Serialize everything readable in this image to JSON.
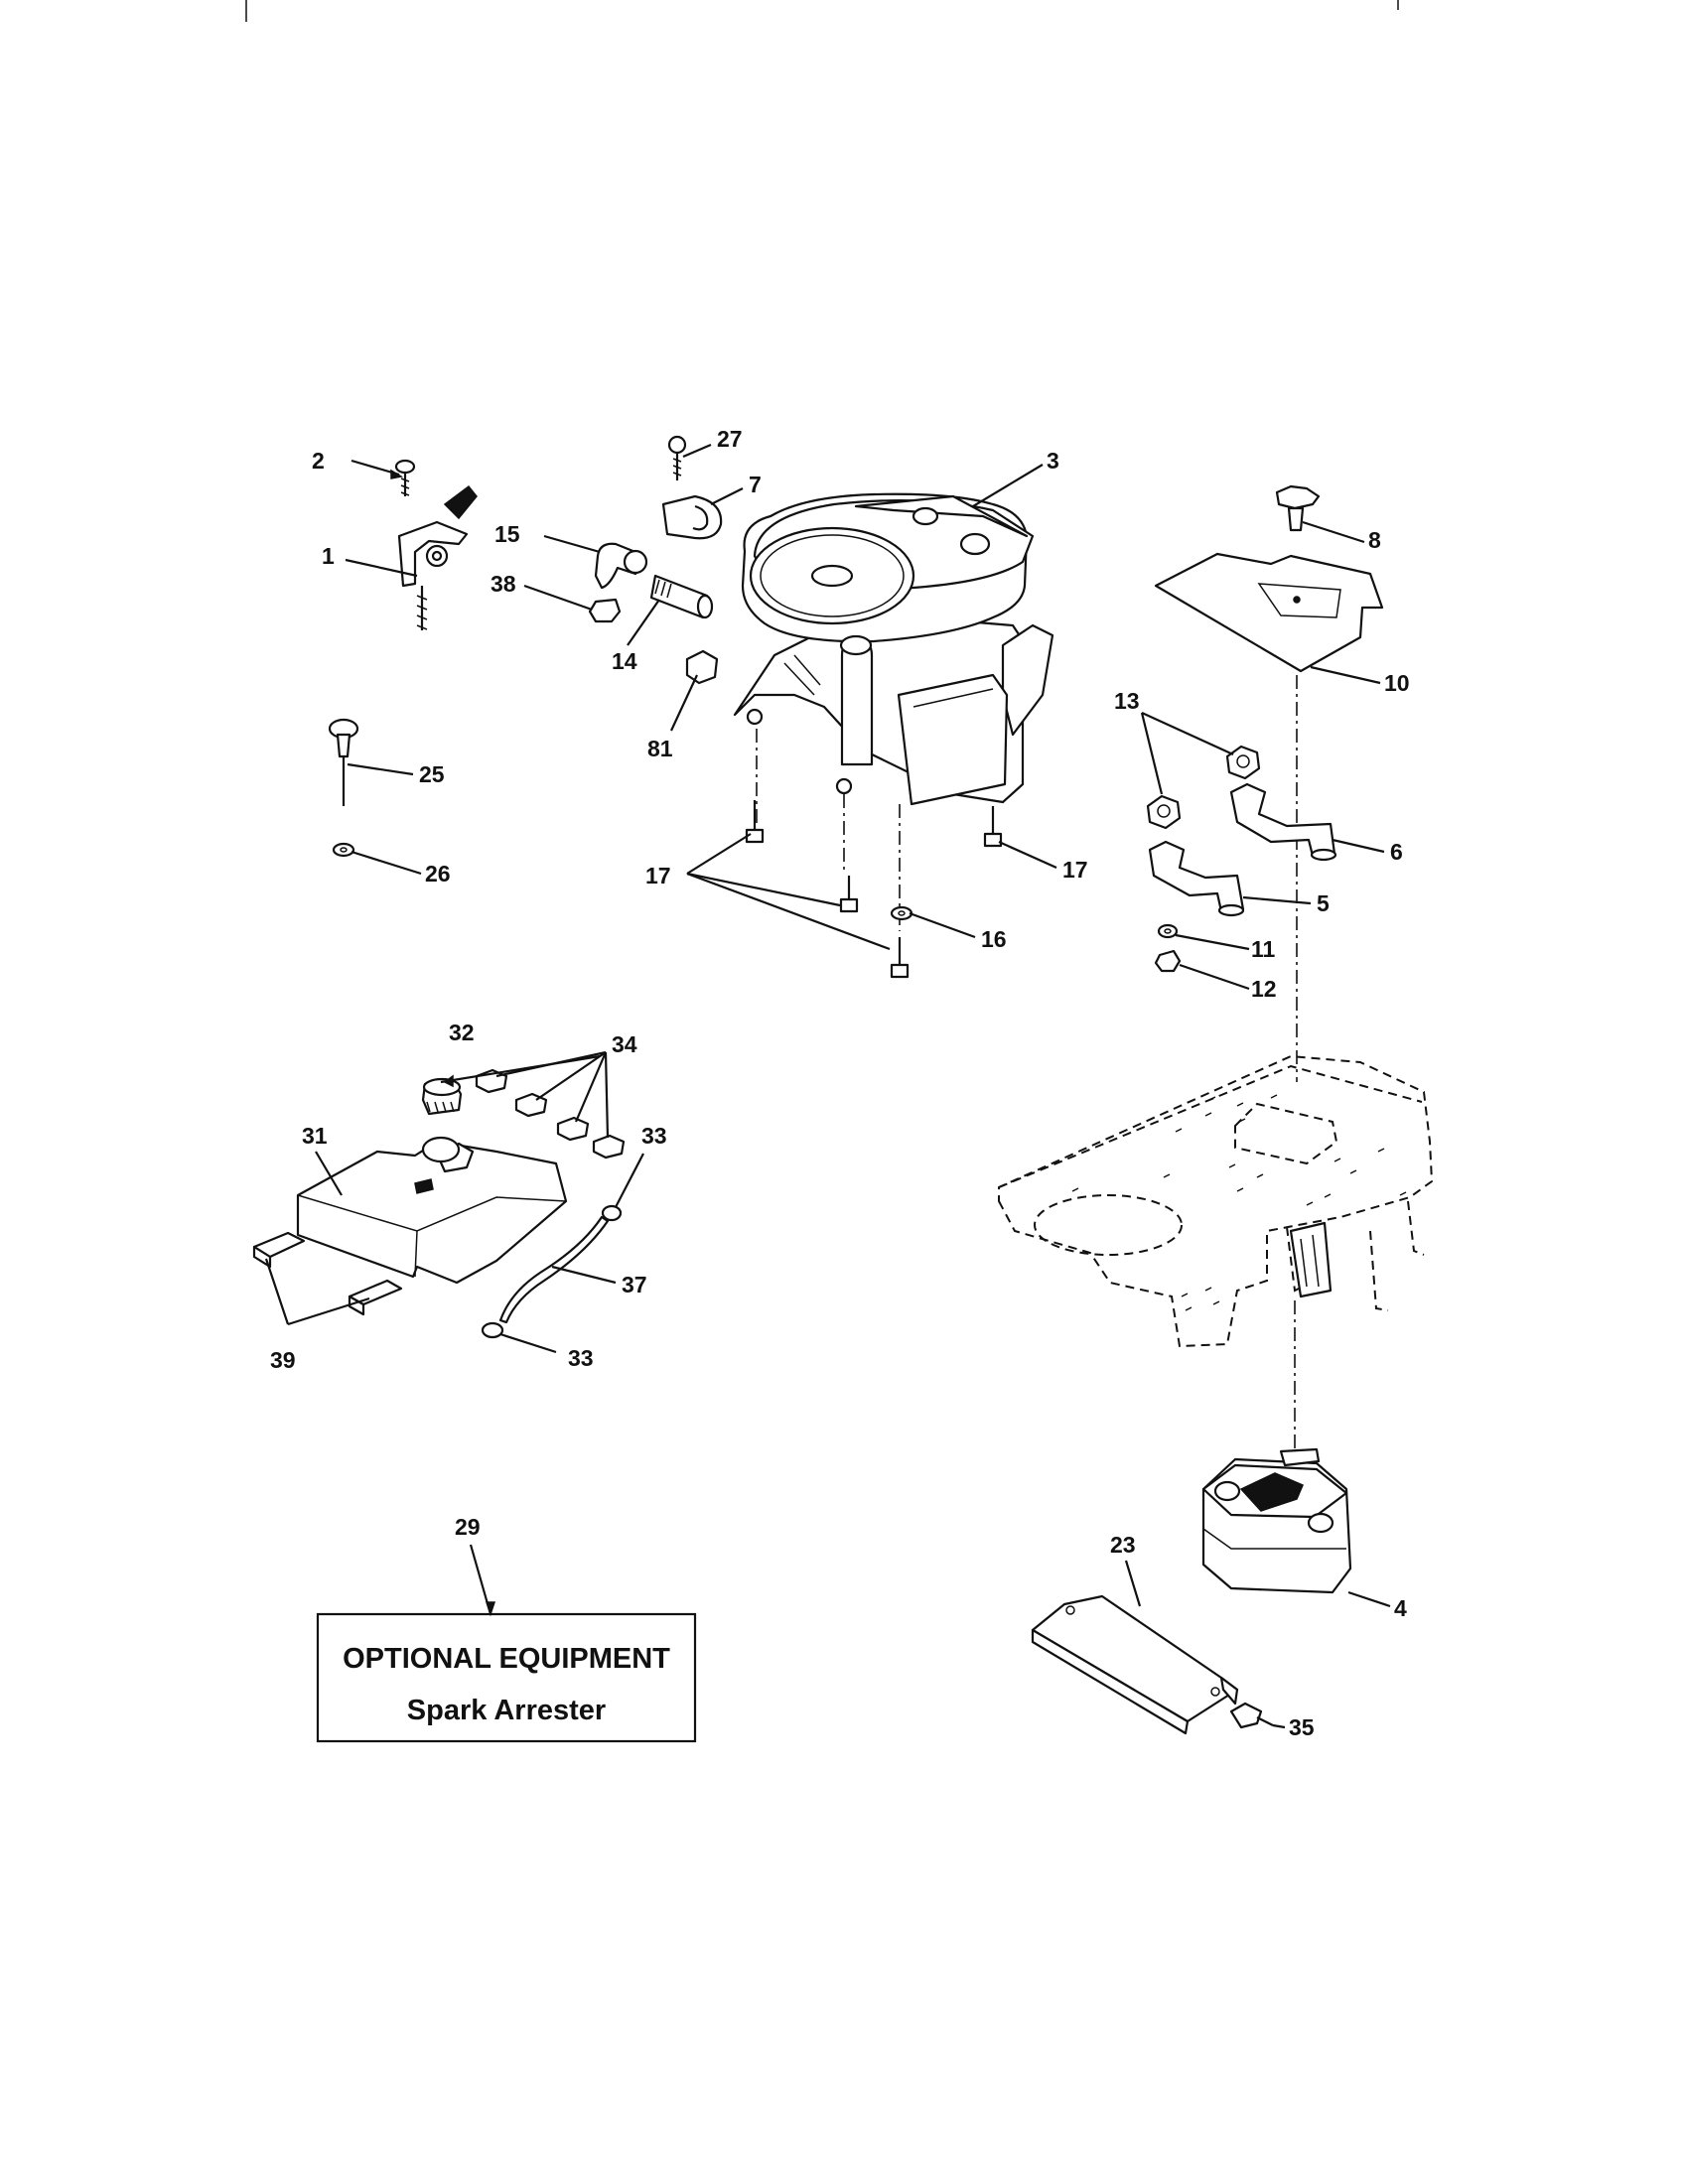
{
  "diagram": {
    "callouts": [
      {
        "id": "c2",
        "text": "2"
      },
      {
        "id": "c1",
        "text": "1"
      },
      {
        "id": "c27",
        "text": "27"
      },
      {
        "id": "c7",
        "text": "7"
      },
      {
        "id": "c3",
        "text": "3"
      },
      {
        "id": "c15",
        "text": "15"
      },
      {
        "id": "c38",
        "text": "38"
      },
      {
        "id": "c14",
        "text": "14"
      },
      {
        "id": "c81",
        "text": "81"
      },
      {
        "id": "c8",
        "text": "8"
      },
      {
        "id": "c10",
        "text": "10"
      },
      {
        "id": "c13",
        "text": "13"
      },
      {
        "id": "c6",
        "text": "6"
      },
      {
        "id": "c5",
        "text": "5"
      },
      {
        "id": "c11",
        "text": "11"
      },
      {
        "id": "c12",
        "text": "12"
      },
      {
        "id": "c25",
        "text": "25"
      },
      {
        "id": "c26",
        "text": "26"
      },
      {
        "id": "c17a",
        "text": "17"
      },
      {
        "id": "c17b",
        "text": "17"
      },
      {
        "id": "c16",
        "text": "16"
      },
      {
        "id": "c32",
        "text": "32"
      },
      {
        "id": "c34",
        "text": "34"
      },
      {
        "id": "c31",
        "text": "31"
      },
      {
        "id": "c33a",
        "text": "33"
      },
      {
        "id": "c37",
        "text": "37"
      },
      {
        "id": "c39",
        "text": "39"
      },
      {
        "id": "c33b",
        "text": "33"
      },
      {
        "id": "c29",
        "text": "29"
      },
      {
        "id": "c23",
        "text": "23"
      },
      {
        "id": "c4",
        "text": "4"
      },
      {
        "id": "c35",
        "text": "35"
      }
    ],
    "optional_box": {
      "title": "OPTIONAL EQUIPMENT",
      "subtitle": "Spark Arrester"
    }
  }
}
